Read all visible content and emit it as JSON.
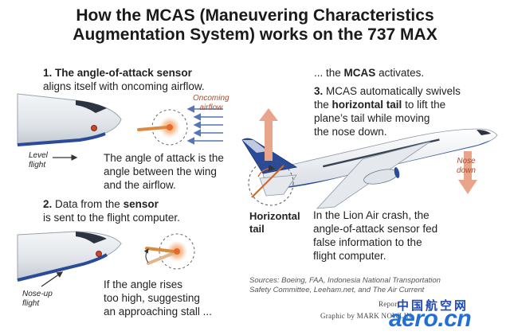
{
  "title": {
    "line1": "How the MCAS (Maneuvering Characteristics",
    "line2": "Augmentation System) works on the 737 MAX"
  },
  "step1": {
    "number": "1.",
    "bold": "The angle-of-attack sensor",
    "rest": "aligns itself with oncoming airflow.",
    "airflow_label_1": "Oncoming",
    "airflow_label_2": "airflow",
    "flight_label_1": "Level",
    "flight_label_2": "flight",
    "caption": [
      "The angle of attack is the",
      "angle between the wing",
      "and the airflow."
    ]
  },
  "step2": {
    "number": "2.",
    "pre": "Data from the",
    "bold": "sensor",
    "rest": "is sent to the flight computer.",
    "flight_label_1": "Nose-up",
    "flight_label_2": "flight",
    "caption": [
      "If the angle rises",
      "too high, suggesting",
      "an approaching stall ..."
    ]
  },
  "step3": {
    "intro_pre": "... the",
    "intro_bold": "MCAS",
    "intro_post": "activates.",
    "number": "3.",
    "line1": "MCAS automatically swivels",
    "line2_pre": "the",
    "line2_bold": "horizontal tail",
    "line2_post": "to lift the",
    "line3": "plane’s tail while moving",
    "line4": "the nose down.",
    "tail_label_1": "Horizontal",
    "tail_label_2": "tail",
    "nose_down_1": "Nose",
    "nose_down_2": "down"
  },
  "lion_air": [
    "In the Lion Air crash, the",
    "angle-of-attack sensor fed",
    "false information to the",
    "flight computer."
  ],
  "sources": {
    "line1": "Sources: Boeing, FAA, Indonesia National Transportation",
    "line2": "Safety Committee, Leeham.net, and The Air Current"
  },
  "credit": {
    "reporting": "Report",
    "graphic": "Graphic by MARK NOWLIN"
  },
  "watermark": {
    "cn": "中国航空网",
    "en": "aero.cn"
  },
  "colors": {
    "fuselage": "#e9ecef",
    "fuselage_shadow": "#c9cfd6",
    "aircraft_blue": "#2a4b9a",
    "sensor_orange": "#e07a3a",
    "arrow_blue": "#5577b8",
    "arrow_salmon": "#e8a58c"
  }
}
